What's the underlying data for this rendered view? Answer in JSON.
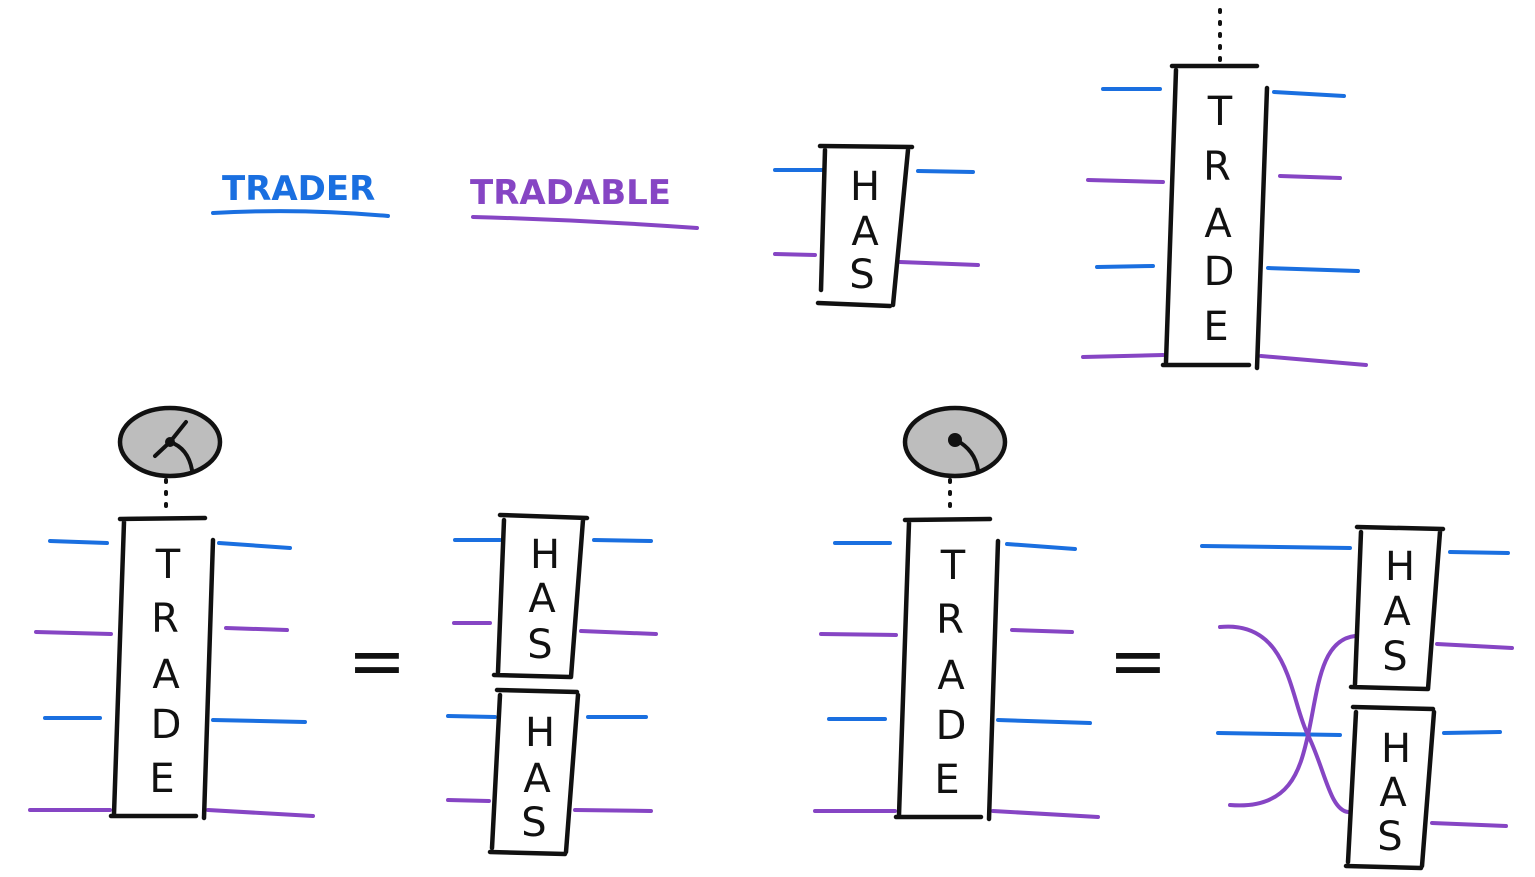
{
  "legend": {
    "trader_label": "TRADER",
    "tradable_label": "TRADABLE"
  },
  "colors": {
    "trader": "#1a6fe0",
    "tradable": "#8645c4",
    "ink": "#111111",
    "dial_fill": "#bdbdbd"
  },
  "boxes": {
    "has_letters": [
      "H",
      "A",
      "S"
    ],
    "trade_letters": [
      "T",
      "R",
      "A",
      "D",
      "E"
    ]
  },
  "equations": {
    "equals_sign": "="
  }
}
